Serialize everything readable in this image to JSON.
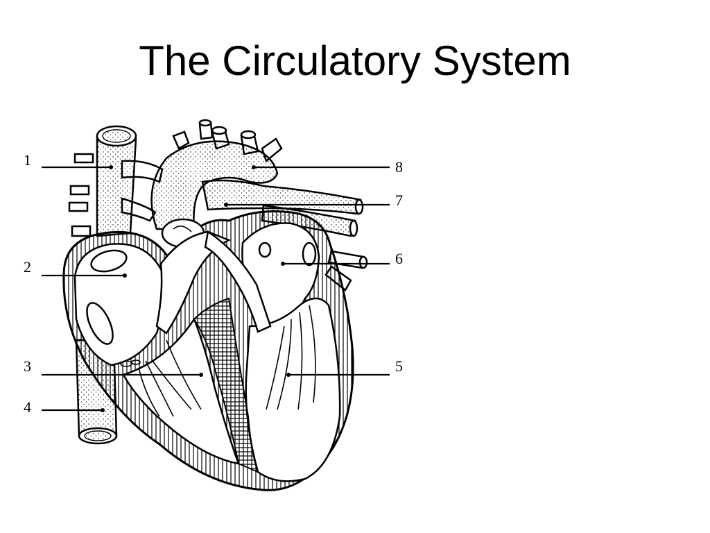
{
  "slide": {
    "title": "The Circulatory System"
  },
  "diagram": {
    "labels": [
      {
        "id": "1",
        "text": "1"
      },
      {
        "id": "2",
        "text": "2"
      },
      {
        "id": "3",
        "text": "3"
      },
      {
        "id": "4",
        "text": "4"
      },
      {
        "id": "5",
        "text": "5"
      },
      {
        "id": "6",
        "text": "6"
      },
      {
        "id": "7",
        "text": "7"
      },
      {
        "id": "8",
        "text": "8"
      }
    ]
  }
}
